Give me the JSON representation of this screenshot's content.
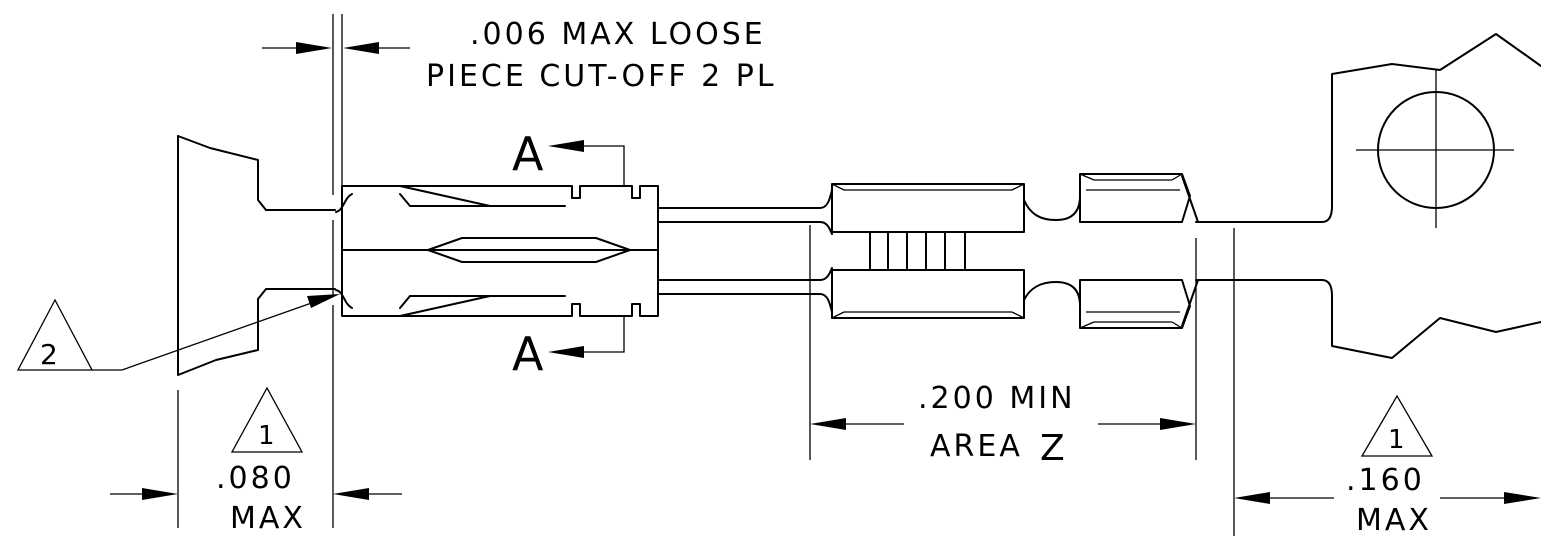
{
  "colors": {
    "line": "#000000",
    "background": "#ffffff"
  },
  "notes": {
    "cutoff_line1": ".006 MAX LOOSE",
    "cutoff_line2": "PIECE CUT-OFF 2 PL"
  },
  "section_labels": {
    "top": "A",
    "bottom": "A"
  },
  "callouts": {
    "note2_flag": "2",
    "note1_left_flag": "1",
    "note1_right_flag": "1"
  },
  "dimensions": {
    "left_value": ".080",
    "left_suffix": "MAX",
    "area_value": ".200 MIN",
    "area_label": "AREA",
    "area_letter": "Z",
    "right_value": ".160",
    "right_suffix": "MAX"
  }
}
